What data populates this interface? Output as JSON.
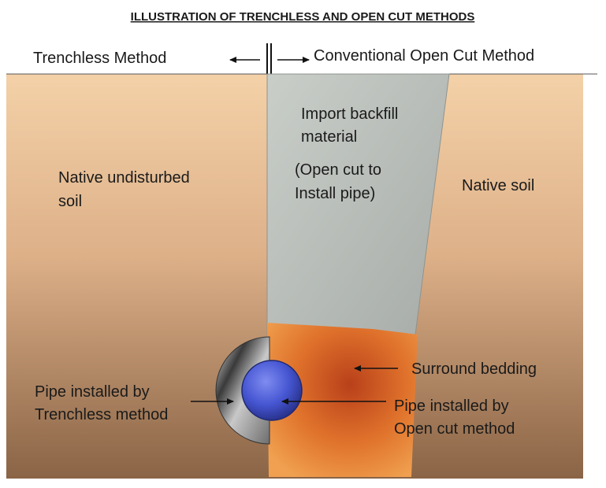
{
  "title": "ILLUSTRATION OF TRENCHLESS AND OPEN CUT METHODS",
  "header": {
    "left_method": "Trenchless Method",
    "right_method": "Conventional Open Cut Method"
  },
  "labels": {
    "backfill_line1": "Import backfill",
    "backfill_line2": "material",
    "opencut_line1": "(Open cut to",
    "opencut_line2": "Install pipe)",
    "native_undisturbed_line1": "Native undisturbed",
    "native_undisturbed_line2": "soil",
    "native_soil": "Native soil",
    "surround_bedding": "Surround bedding",
    "pipe_trenchless_line1": "Pipe installed by",
    "pipe_trenchless_line2": "Trenchless method",
    "pipe_opencut_line1": "Pipe installed by",
    "pipe_opencut_line2": "Open cut method"
  },
  "colors": {
    "soil_top": "#f3cfa6",
    "soil_bottom": "#8c6648",
    "backfill": "#b7bcb8",
    "bedding": "#e0772f",
    "pipe": "#4a5bd6"
  }
}
